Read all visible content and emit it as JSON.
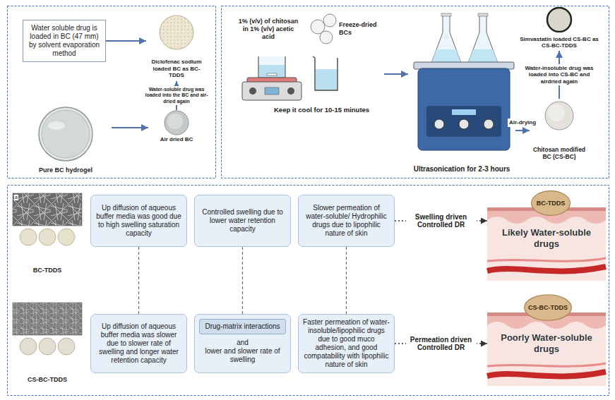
{
  "diagram": {
    "nodes": [
      {
        "text": [
          "Water soluble drug is loaded in BC (47 mm) by solvent evaporation method"
        ]
      },
      {
        "text": [
          "Diclofenac sodium loaded BC as BC-TDDS"
        ]
      },
      {
        "text": [
          "Air dried BC"
        ]
      },
      {
        "text": [
          "Pure BC hydrogel"
        ]
      },
      {
        "text": [
          "1% (v/v) of chitosan in 1% (v/v) acetic acid"
        ]
      },
      {
        "text": [
          "Freeze-dried BCs"
        ]
      },
      {
        "text": [
          "Ultrasonication for 2-3 hours"
        ]
      },
      {
        "text": [
          "Chitosan modified BC (CS-BC)"
        ]
      },
      {
        "text": [
          "Simvastatin loaded CS-BC as CS-BC-TDDS"
        ]
      },
      {
        "text": [
          "BC-TDDS"
        ]
      },
      {
        "text": [
          "Up diffusion of aqueous buffer media was good due to high swelling saturation capacity"
        ]
      },
      {
        "text": [
          "Controlled swelling due to lower water retention capacity"
        ]
      },
      {
        "text": [
          "Slower permeation of water-soluble/ Hydrophilic drugs due to lipophilic nature of skin"
        ]
      },
      {
        "text": [
          "Likely Water-soluble drugs"
        ]
      },
      {
        "text": [
          "BC-TDDS"
        ],
        "in": 13
      },
      {
        "text": [
          "CS-BC-TDDS"
        ]
      },
      {
        "text": [
          "Up diffusion of aqueous buffer media was slower due to slower rate of swelling and longer water retention capacity"
        ]
      },
      {
        "text": [
          "and",
          "lower and slower rate of swelling"
        ]
      },
      {
        "text": [
          "Drug-matrix interactions"
        ],
        "in": 17
      },
      {
        "text": [
          "Faster permeation of water-insoluble/lipophilic drugs due to good muco adhesion, and good compatability with lipophilic nature of skin"
        ]
      },
      {
        "text": [
          "Poorly Water-soluble drugs"
        ]
      },
      {
        "text": [
          "CS-BC-TDDS"
        ],
        "in": 20
      }
    ],
    "edges": [
      {
        "from": 0,
        "to": 1,
        "arrow": "to"
      },
      {
        "from": 2,
        "to": 1,
        "label": "Water-soluble drug was loaded into the BC and air-dried again",
        "arrow": "to"
      },
      {
        "from": 3,
        "to": 2,
        "arrow": "to"
      },
      {
        "from": 5,
        "to": 6,
        "arrow": "to"
      },
      {
        "from": 6,
        "to": 7,
        "label": "Air-drying",
        "arrow": "to"
      },
      {
        "from": 7,
        "to": 8,
        "label": "Water-insoluble drug was loaded into CS-BC and airdried again",
        "arrow": "to"
      },
      {
        "from": 10,
        "to": 16,
        "arrow": "none"
      },
      {
        "from": 11,
        "to": 17,
        "arrow": "none"
      },
      {
        "from": 12,
        "to": 19,
        "arrow": "none"
      },
      {
        "from": 12,
        "to": 13,
        "label": "Swelling driven Controlled DR",
        "arrow": "to"
      },
      {
        "from": 19,
        "to": 20,
        "label": "Permeation driven Controlled DR",
        "arrow": "to"
      }
    ],
    "labels": [
      "Keep it cool for 10-15 minutes",
      "a"
    ]
  }
}
